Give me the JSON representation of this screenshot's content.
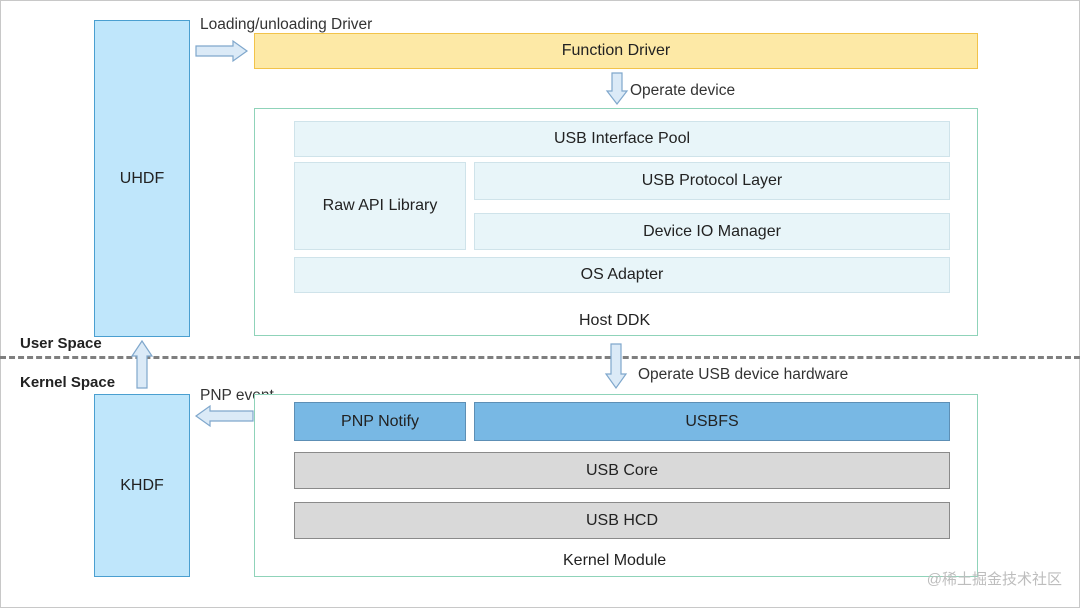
{
  "labels": {
    "uhdf": "UHDF",
    "khdf": "KHDF",
    "function_driver": "Function Driver",
    "loading_note": "Loading/unloading Driver",
    "operate_device": "Operate device",
    "usb_interface_pool": "USB Interface Pool",
    "raw_api_library": "Raw API Library",
    "usb_protocol_layer": "USB Protocol Layer",
    "device_io_manager": "Device IO Manager",
    "os_adapter": "OS Adapter",
    "host_ddk": "Host DDK",
    "user_space": "User Space",
    "kernel_space": "Kernel Space",
    "operate_usb_hw": "Operate USB device hardware",
    "pnp_event": "PNP event",
    "pnp_notify": "PNP Notify",
    "usbfs": "USBFS",
    "usb_core": "USB Core",
    "usb_hcd": "USB HCD",
    "kernel_module": "Kernel Module"
  },
  "watermark": "@稀土掘金技术社区",
  "colors": {
    "light_blue_fill": "#bfe6fb",
    "light_blue_border": "#4a9fd0",
    "yellow_fill": "#fde9a6",
    "yellow_border": "#f2c34a",
    "green_border": "#8fd3b9",
    "pale_fill": "#e8f5f9",
    "mid_blue_fill": "#78b8e4",
    "gray_fill": "#d9d9d9",
    "arrow_fill": "#dbeaf7",
    "arrow_stroke": "#7fa7cc"
  },
  "icons": {
    "right_arrow": "arrow-right-icon",
    "down_arrow": "arrow-down-icon",
    "up_arrow": "arrow-up-icon",
    "left_arrow": "arrow-left-icon"
  }
}
